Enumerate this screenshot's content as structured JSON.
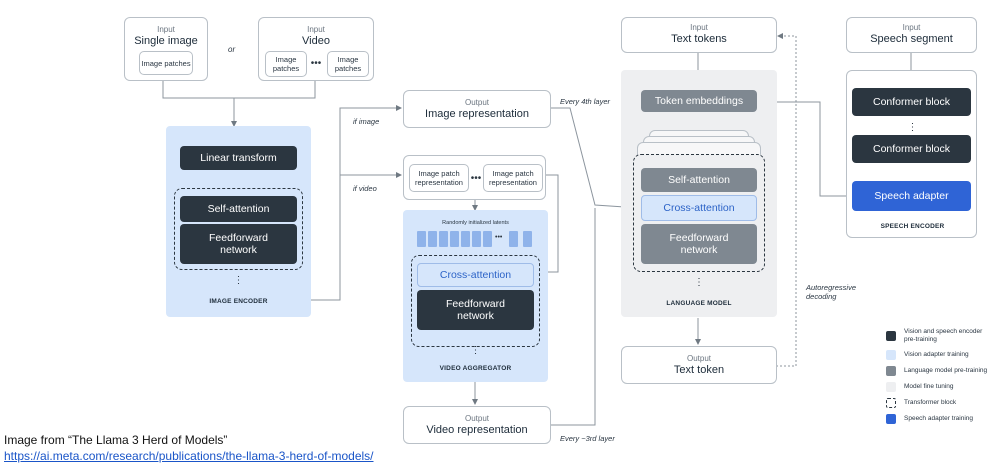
{
  "input_single_image": {
    "small": "Input",
    "title": "Single image",
    "patch": "Image patches"
  },
  "or_label": "or",
  "input_video": {
    "small": "Input",
    "title": "Video",
    "patch1": "Image patches",
    "patch2": "Image patches"
  },
  "image_encoder": {
    "linear": "Linear transform",
    "self_attention": "Self-attention",
    "feedforward": "Feedforward network",
    "label": "IMAGE ENCODER"
  },
  "if_image": "if image",
  "if_video": "if video",
  "output_image_repr": {
    "small": "Output",
    "title": "Image representation"
  },
  "every_4th": "Every 4th layer",
  "patch_reprs": {
    "p1": "Image patch representation",
    "p2": "Image patch representation"
  },
  "video_aggregator": {
    "latents": "Randomly initialized latents",
    "cross_attention": "Cross-attention",
    "feedforward": "Feedforward network",
    "label": "VIDEO AGGREGATOR"
  },
  "output_video_repr": {
    "small": "Output",
    "title": "Video representation"
  },
  "every_3rd": "Every ~3rd layer",
  "input_text": {
    "small": "Input",
    "title": "Text tokens"
  },
  "language_model": {
    "token_embeddings": "Token embeddings",
    "self_attention": "Self-attention",
    "cross_attention": "Cross-attention",
    "feedforward": "Feedforward network",
    "label": "LANGUAGE MODEL"
  },
  "output_text": {
    "small": "Output",
    "title": "Text token"
  },
  "autoregressive": "Autoregressive decoding",
  "input_speech": {
    "small": "Input",
    "title": "Speech segment"
  },
  "speech_encoder": {
    "conformer1": "Conformer block",
    "conformer2": "Conformer block",
    "adapter": "Speech adapter",
    "label": "SPEECH ENCODER"
  },
  "legend": [
    {
      "label": "Vision and speech encoder pre-training",
      "color": "#2b3640"
    },
    {
      "label": "Vision adapter training",
      "color": "#d6e6fb"
    },
    {
      "label": "Language model pre-training",
      "color": "#7f8891"
    },
    {
      "label": "Model fine tuning",
      "color": "#eeeff1"
    },
    {
      "label": "Transformer block",
      "color": "dashed"
    },
    {
      "label": "Speech adapter training",
      "color": "#2f64d6"
    }
  ],
  "caption": {
    "line1": "Image from “The Llama 3 Herd of Models”",
    "line2": "https://ai.meta.com/research/publications/the-llama-3-herd-of-models/"
  }
}
